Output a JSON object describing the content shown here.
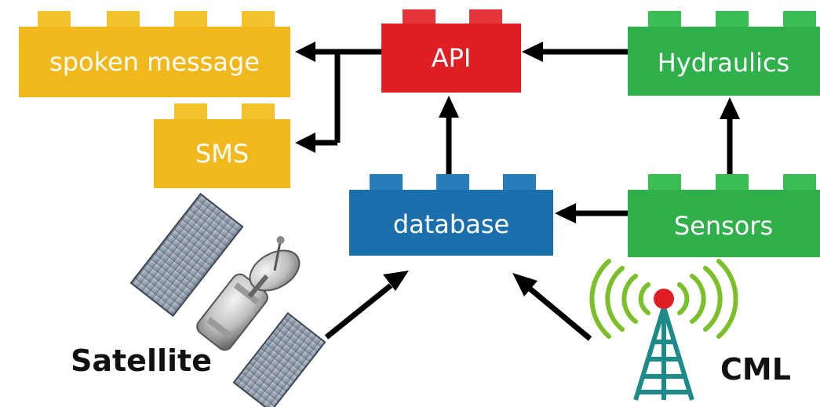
{
  "blocks": {
    "spoken_message": {
      "label": "spoken message",
      "color": "#f0b81a",
      "stud": "#f3c12c"
    },
    "sms": {
      "label": "SMS",
      "color": "#f0b81a",
      "stud": "#f3c12c"
    },
    "api": {
      "label": "API",
      "color": "#e01f25",
      "stud": "#e5353a"
    },
    "hydraulics": {
      "label": "Hydraulics",
      "color": "#2fb04a",
      "stud": "#3abd55"
    },
    "database": {
      "label": "database",
      "color": "#1b6fad",
      "stud": "#2a7cba"
    },
    "sensors": {
      "label": "Sensors",
      "color": "#2fb04a",
      "stud": "#3abd55"
    }
  },
  "captions": {
    "satellite": "Satellite",
    "cml": "CML"
  },
  "icons": {
    "satellite": "satellite-icon",
    "cml": "cell-tower-icon"
  },
  "colors": {
    "tower": "#1f8a8a",
    "tower_signal": "#7bbf2a",
    "tower_light": "#e01f25",
    "arrow": "#000000"
  }
}
